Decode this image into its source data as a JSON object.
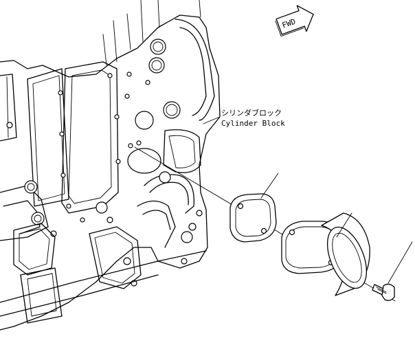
{
  "labels": {
    "cylinder_block_jp": "シリンダブロック",
    "cylinder_block_en": "Cylinder Block",
    "fwd": "FWD"
  },
  "icons": {
    "fwd_arrow": "fwd-arrow-icon"
  }
}
